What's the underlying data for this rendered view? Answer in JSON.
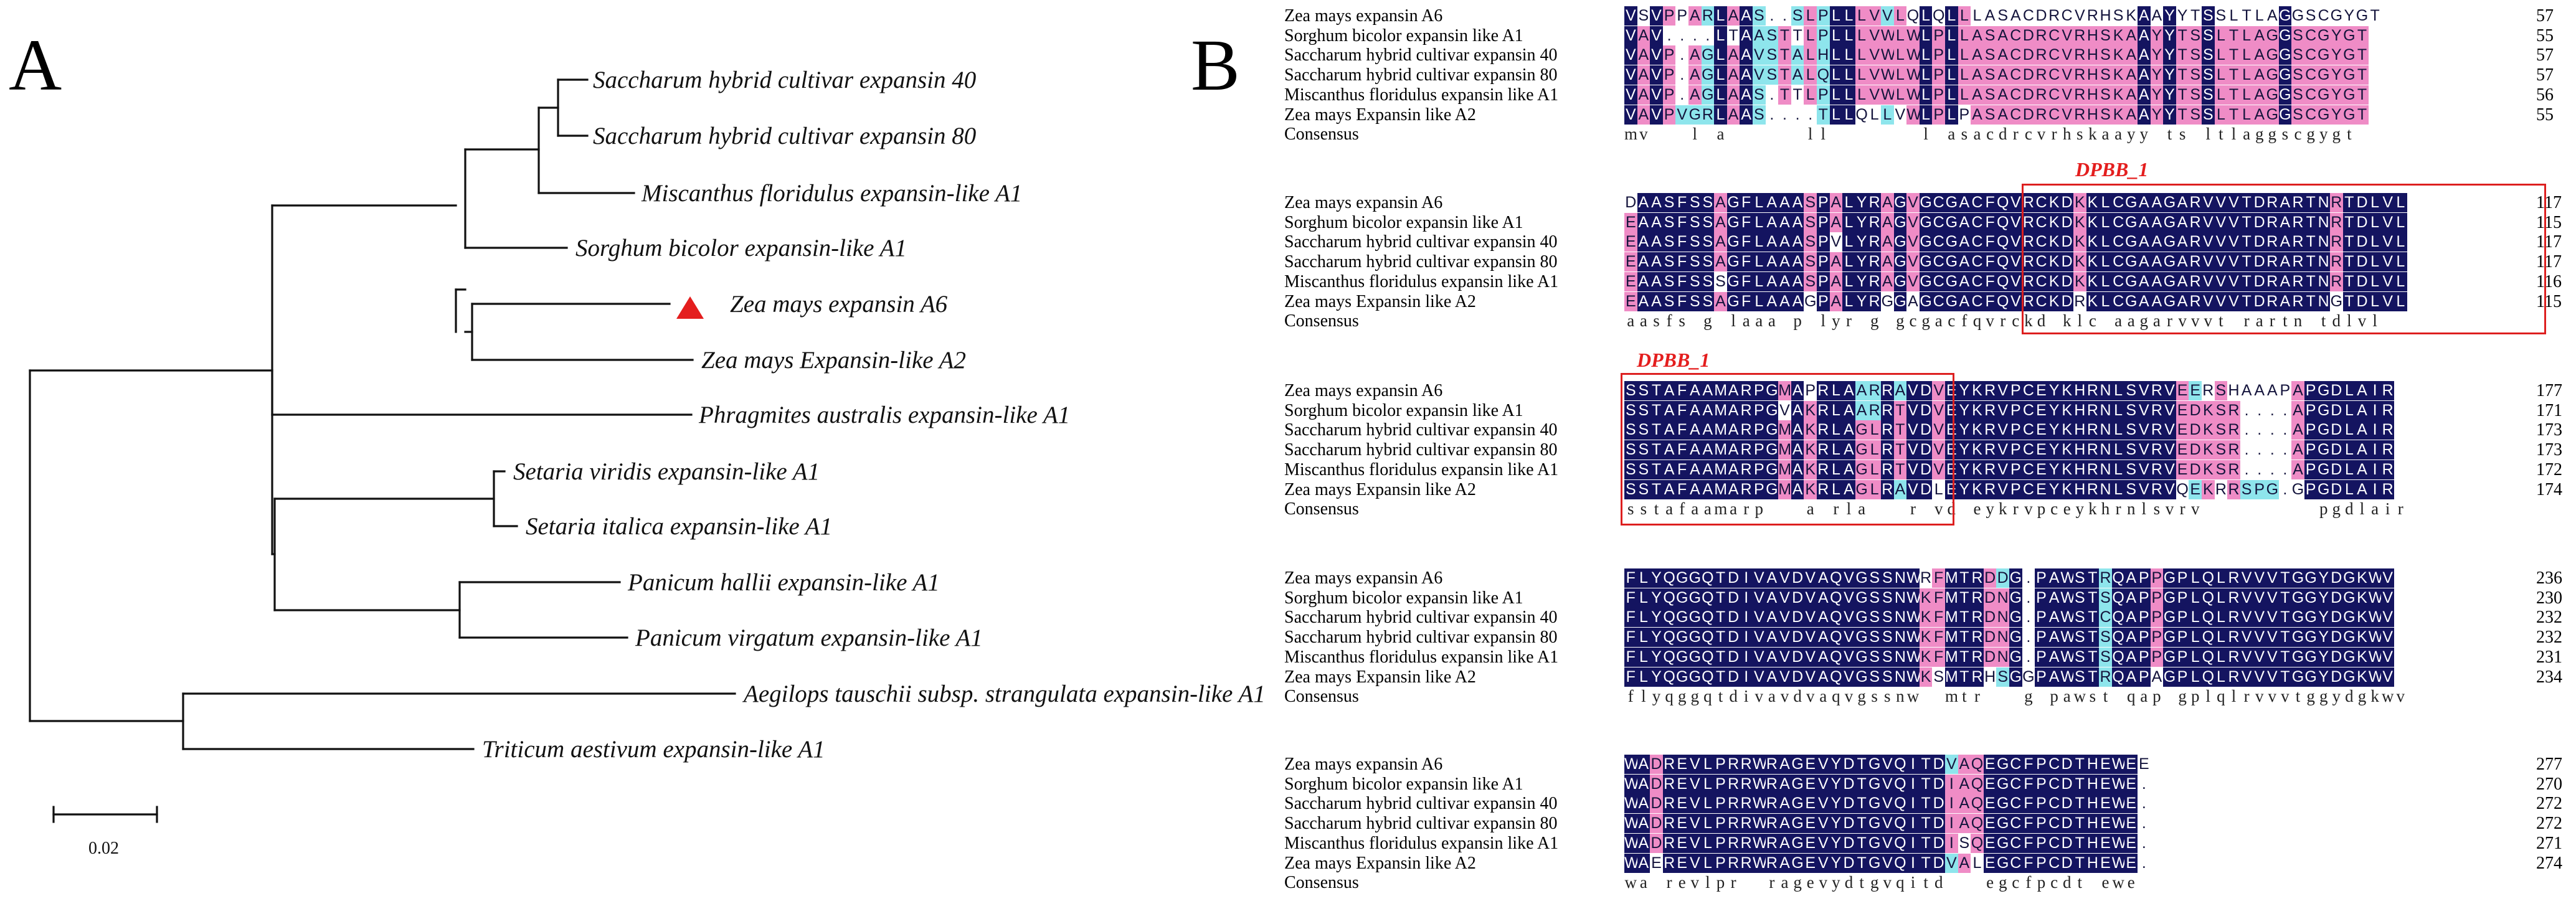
{
  "figure": {
    "panel_a_label": "A",
    "panel_b_label": "B"
  },
  "tree": {
    "scale_bar_label": "0.02",
    "highlight_marker": {
      "shape": "red-triangle",
      "color": "#e41e1e",
      "taxon": "Zea mays expansin A6"
    },
    "taxa": [
      "Saccharum hybrid cultivar expansin 40",
      "Saccharum hybrid cultivar expansin 80",
      "Miscanthus floridulus expansin-like A1",
      "Sorghum bicolor expansin-like A1",
      "Zea mays expansin A6",
      "Zea mays Expansin-like A2",
      "Phragmites australis expansin-like A1",
      "Setaria viridis expansin-like A1",
      "Setaria italica expansin-like A1",
      "Panicum hallii expansin-like A1",
      "Panicum virgatum expansin-like A1",
      "Aegilops tauschii subsp. strangulata expansin-like A1",
      "Triticum aestivum expansin-like A1"
    ]
  },
  "alignment": {
    "colors": {
      "identical": "#141460",
      "high": "#ef8cc6",
      "partial": "#8ee5ec",
      "domain_box": "#dd1f1f"
    },
    "domain_label": "DPBB_1",
    "blocks": [
      {
        "rows": [
          {
            "name": "Zea mays expansin A6",
            "seq": "VSVPPARLAAS..SLPLLLVVLQLQLLLASACDRCVRHSKAAYYTSSLTLAGGSCGYGT",
            "end": "57"
          },
          {
            "name": "Sorghum bicolor expansin like A1",
            "seq": "VAV....LTAASTTLPLLLVWLWLPLLASACDRCVRHSKAAYYTSSLTLAGGSCGYGT",
            "end": "55"
          },
          {
            "name": "Saccharum hybrid cultivar expansin 40",
            "seq": "VAVP.AGLAAVSTALHLLLVWLWLPLLASACDRCVRHSKAAYYTSSLTLAGGSCGYGT",
            "end": "57"
          },
          {
            "name": "Saccharum hybrid cultivar expansin 80",
            "seq": "VAVP.AGLAAVSTALQLLLVWLWLPLLASACDRCVRHSKAAYYTSSLTLAGGSCGYGT",
            "end": "57"
          },
          {
            "name": "Miscanthus floridulus expansin like A1",
            "seq": "VAVP.AGLAAS.TTLPLLLVWLWLPLLASACDRCVRHSKAAYYTSSLTLAGGSCGYGT",
            "end": "56"
          },
          {
            "name": "Zea mays Expansin like A2",
            "seq": "VAVPVGRLAAS....TLLQLLVWLPLPASACDRCVRHSKAAYYTSSLTLAGGSCGYGT",
            "end": "55"
          }
        ],
        "consensus": "mv   l a      ll       l asacdrcvrhskaayy ts ltlaggscgygt"
      },
      {
        "rows": [
          {
            "name": "Zea mays expansin A6",
            "seq": "DAASFSSAGFLAAASPALYRAGVGCGACFQVRCKDKKLCGAAGARVVVTDRARTNRTDLVL",
            "end": "117"
          },
          {
            "name": "Sorghum bicolor expansin like A1",
            "seq": "EAASFSSAGFLAAASPALYRAGVGCGACFQVRCKDKKLCGAAGARVVVTDRARTNRTDLVL",
            "end": "115"
          },
          {
            "name": "Saccharum hybrid cultivar expansin 40",
            "seq": "EAASFSSAGFLAAASPVLYRAGVGCGACFQVRCKDKKLCGAAGARVVVTDRARTNRTDLVL",
            "end": "117"
          },
          {
            "name": "Saccharum hybrid cultivar expansin 80",
            "seq": "EAASFSSAGFLAAASPALYRAGVGCGACFQVRCKDKKLCGAAGARVVVTDRARTNRTDLVL",
            "end": "117"
          },
          {
            "name": "Miscanthus floridulus expansin like A1",
            "seq": "EAASFSSSGFLAAASPALYRAGVGCGACFQVRCKDKKLCGAAGARVVVTDRARTNRTDLVL",
            "end": "116"
          },
          {
            "name": "Zea mays Expansin like A2",
            "seq": "EAASFSSAGFLAAAGPALYRGGAGCGACFQVRCKDRKLCGAAGARVVVTDRARTNGTDLVL",
            "end": "115"
          }
        ],
        "consensus": "aasfs g laaa p lyr g gcgacfqvrckd klc aagarvvvt rartn tdlvl"
      },
      {
        "rows": [
          {
            "name": "Zea mays expansin A6",
            "seq": "SSTAFAAMARPGMAPRLAARRAVDVEYKRVPCEYKHRNLSVRVEERSHAAAPAPGDLAIR",
            "end": "177"
          },
          {
            "name": "Sorghum bicolor expansin like A1",
            "seq": "SSTAFAAMARPGVAKRLAARRTVDVEYKRVPCEYKHRNLSVRVEDKSR....APGDLAIR",
            "end": "171"
          },
          {
            "name": "Saccharum hybrid cultivar expansin 40",
            "seq": "SSTAFAAMARPGMAKRLAGLRTVDVEYKRVPCEYKHRNLSVRVEDKSR....APGDLAIR",
            "end": "173"
          },
          {
            "name": "Saccharum hybrid cultivar expansin 80",
            "seq": "SSTAFAAMARPGMAKRLAGLRTVDVEYKRVPCEYKHRNLSVRVEDKSR....APGDLAIR",
            "end": "173"
          },
          {
            "name": "Miscanthus floridulus expansin like A1",
            "seq": "SSTAFAAMARPGMAKRLAGLRTVDVEYKRVPCEYKHRNLSVRVEDKSR....APGDLAIR",
            "end": "172"
          },
          {
            "name": "Zea mays Expansin like A2",
            "seq": "SSTAFAAMARPGMAKRLAGLRAVDLEYKRVPCEYKHRNLSVRVQEKRRSPG.GPGDLAIR",
            "end": "174"
          }
        ],
        "consensus": "sstafaamarp   a rla   r vd eykrvpceykhrnlsvrv         pgdlair"
      },
      {
        "rows": [
          {
            "name": "Zea mays expansin A6",
            "seq": "FLYQGGQTDIVAVDVAQVGSSNWRFMTRDDG.PAWSTRQAPPGPLQLRVVVTGGYDGKWV",
            "end": "236"
          },
          {
            "name": "Sorghum bicolor expansin like A1",
            "seq": "FLYQGGQTDIVAVDVAQVGSSNWKFMTRDNG.PAWSTSQAPPGPLQLRVVVTGGYDGKWV",
            "end": "230"
          },
          {
            "name": "Saccharum hybrid cultivar expansin 40",
            "seq": "FLYQGGQTDIVAVDVAQVGSSNWKFMTRDNG.PAWSTCQAPPGPLQLRVVVTGGYDGKWV",
            "end": "232"
          },
          {
            "name": "Saccharum hybrid cultivar expansin 80",
            "seq": "FLYQGGQTDIVAVDVAQVGSSNWKFMTRDNG.PAWSTSQAPPGPLQLRVVVTGGYDGKWV",
            "end": "232"
          },
          {
            "name": "Miscanthus floridulus expansin like A1",
            "seq": "FLYQGGQTDIVAVDVAQVGSSNWKFMTRDNG.PAWSTSQAPPGPLQLRVVVTGGYDGKWV",
            "end": "231"
          },
          {
            "name": "Zea mays Expansin like A2",
            "seq": "FLYQGGQTDIVAVDVAQVGSSNWKSMTRHSGGPAWSTRQAPAGPLQLRVVVTGGYDGKWV",
            "end": "234"
          }
        ],
        "consensus": "flyqggqtdivavdvaqvgssnw  mtr   g pawst qap gplqlrvvvtggydgkwv"
      },
      {
        "rows": [
          {
            "name": "Zea mays expansin A6",
            "seq": "WADREVLPRRWRAGEVYDTGVQITDVAQEGCFPCDTHEWEE",
            "end": "277"
          },
          {
            "name": "Sorghum bicolor expansin like A1",
            "seq": "WADREVLPRRWRAGEVYDTGVQITDIAQEGCFPCDTHEWE.",
            "end": "270"
          },
          {
            "name": "Saccharum hybrid cultivar expansin 40",
            "seq": "WADREVLPRRWRAGEVYDTGVQITDIAQEGCFPCDTHEWE.",
            "end": "272"
          },
          {
            "name": "Saccharum hybrid cultivar expansin 80",
            "seq": "WADREVLPRRWRAGEVYDTGVQITDIAQEGCFPCDTHEWE.",
            "end": "272"
          },
          {
            "name": "Miscanthus floridulus expansin like A1",
            "seq": "WADREVLPRRWRAGEVYDTGVQITDISQEGCFPCDTHEWE.",
            "end": "271"
          },
          {
            "name": "Zea mays Expansin like A2",
            "seq": "WAEREVLPRRWRAGEVYDTGVQITDVALEGCFPCDTHEWE.",
            "end": "274"
          }
        ],
        "consensus": "wa revlpr  ragevydtgvqitd   egcfpcdt ewe"
      }
    ]
  }
}
